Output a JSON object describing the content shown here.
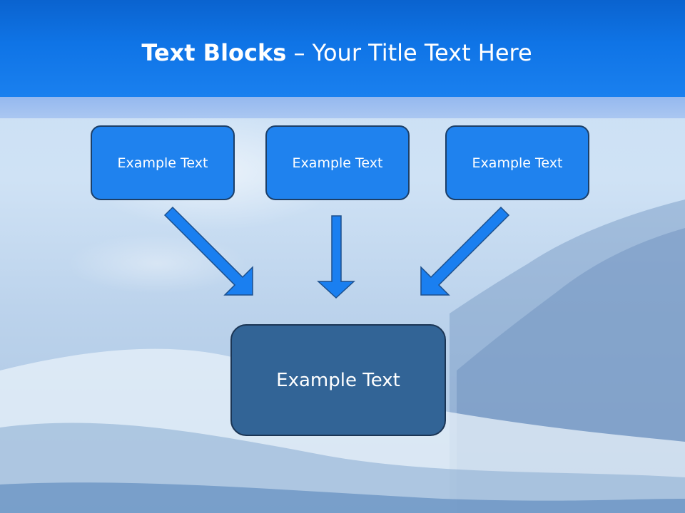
{
  "slide": {
    "title_bold": "Text Blocks",
    "title_sep": "–",
    "title_rest": "Your Title Text Here"
  },
  "diagram": {
    "top_boxes": [
      {
        "label": "Example Text"
      },
      {
        "label": "Example Text"
      },
      {
        "label": "Example Text"
      }
    ],
    "bottom_box": {
      "label": "Example Text"
    }
  },
  "colors": {
    "header": "#0f74e6",
    "top_box_fill": "#1f82ee",
    "bottom_box_fill": "#326496",
    "arrow_fill": "#1a7ff0",
    "arrow_stroke": "#1c4f8c"
  }
}
